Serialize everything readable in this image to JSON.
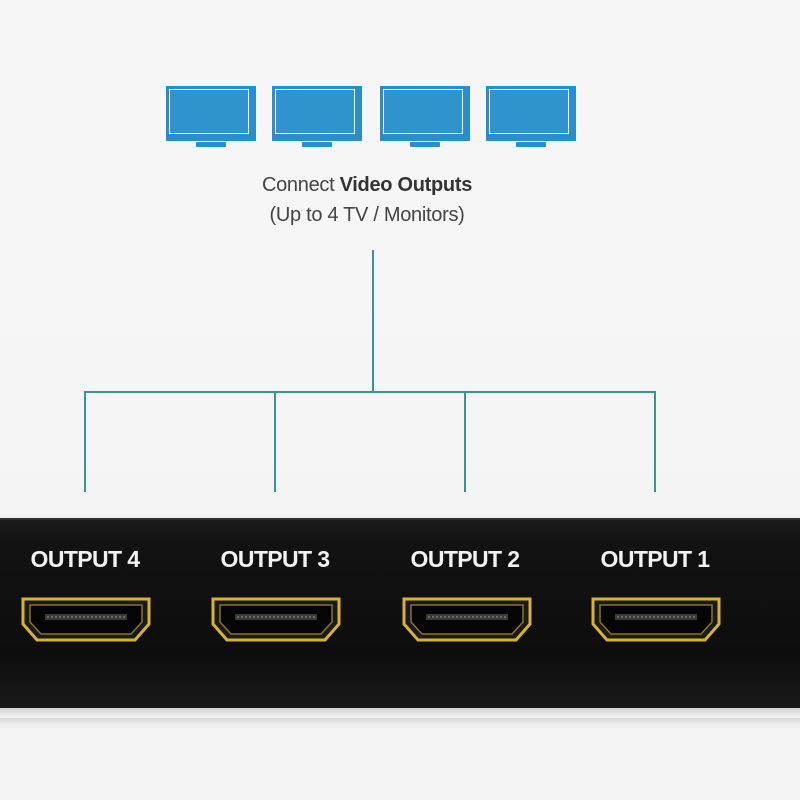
{
  "caption": {
    "prefix": "Connect",
    "bold": "Video Outputs",
    "sub": "(Up to 4 TV / Monitors)"
  },
  "monitors": [
    {
      "icon": "monitor-icon"
    },
    {
      "icon": "monitor-icon"
    },
    {
      "icon": "monitor-icon"
    },
    {
      "icon": "monitor-icon"
    }
  ],
  "ports": [
    {
      "label": "OUTPUT 4",
      "icon": "hdmi-port-icon"
    },
    {
      "label": "OUTPUT 3",
      "icon": "hdmi-port-icon"
    },
    {
      "label": "OUTPUT 2",
      "icon": "hdmi-port-icon"
    },
    {
      "label": "OUTPUT 1",
      "icon": "hdmi-port-icon"
    }
  ],
  "colors": {
    "monitor": "#2b8ec8",
    "wire": "#3a9591",
    "device": "#111111",
    "port_gold": "#d6b23a",
    "label": "#f2f2f2"
  }
}
